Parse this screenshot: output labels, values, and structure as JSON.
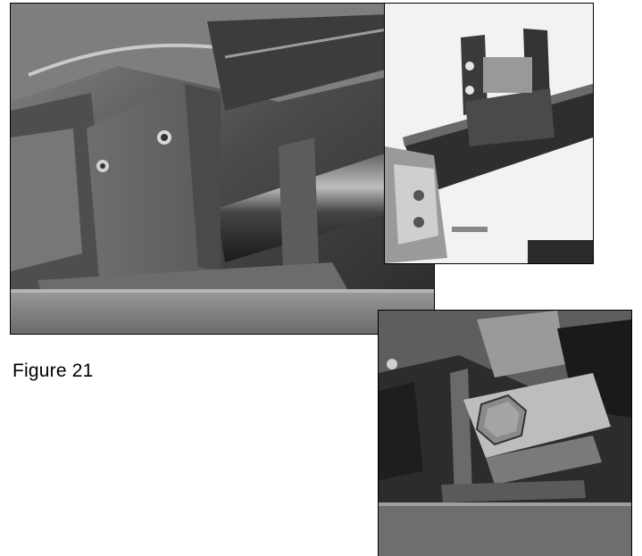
{
  "figure": {
    "caption": "Figure 21"
  },
  "photos": [
    {
      "name": "main-photo",
      "description_icon": "frame-bracket-photo"
    },
    {
      "name": "top-right-photo",
      "description_icon": "bracket-assembly-photo"
    },
    {
      "name": "bottom-right-photo",
      "description_icon": "hex-bolt-bracket-photo"
    }
  ],
  "colors": {
    "background": "#ffffff",
    "border": "#000000"
  }
}
